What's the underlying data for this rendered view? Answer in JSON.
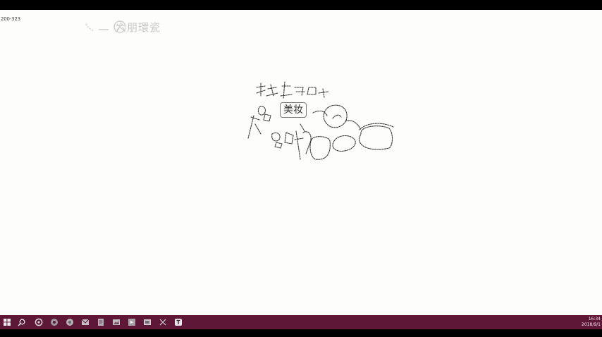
{
  "canvas": {
    "zoom_label": "200-323",
    "watermark_text": "六朋環瓷",
    "background": "#fdfdfb"
  },
  "mindmap": {
    "center_word": "美妆",
    "ink_color": "#3a3a3a"
  },
  "taskbar": {
    "background": "#5d1837",
    "apps": [
      {
        "name": "cortana-icon"
      },
      {
        "name": "browser-icon"
      },
      {
        "name": "chrome-icon"
      },
      {
        "name": "mail-icon"
      },
      {
        "name": "document-icon"
      },
      {
        "name": "image-viewer-icon"
      },
      {
        "name": "video-app-icon"
      },
      {
        "name": "presentation-icon"
      },
      {
        "name": "snip-tool-icon"
      },
      {
        "name": "typora-icon"
      }
    ],
    "clock": {
      "time": "16:34",
      "date": "2018/9/1"
    }
  }
}
